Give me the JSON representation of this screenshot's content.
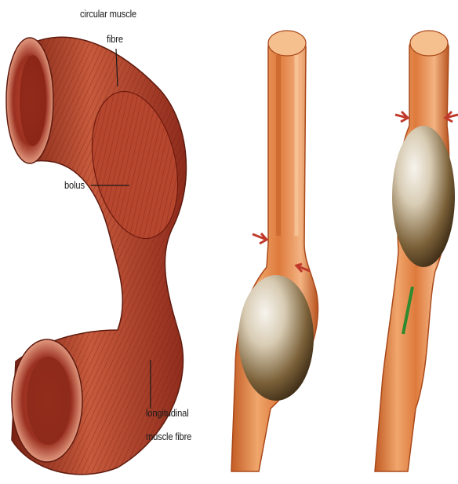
{
  "labels": {
    "circular_line1": "circular  muscle",
    "circular_line2": "fibre",
    "bolus": "bolus",
    "longitudinal_line1": "longitudinal",
    "longitudinal_line2": "muscle fibre"
  },
  "colors": {
    "muscle_dark": "#8e2b1c",
    "muscle_mid": "#b8452e",
    "muscle_light": "#e2876a",
    "tube_orange": "#dd7a3e",
    "tube_light": "#f3b382",
    "bolus_dark": "#5b4424",
    "bolus_light": "#f4f1ea",
    "arrow": "#c0392b",
    "green_mark": "#2f8a2f"
  },
  "icons": {
    "squeeze_arrow": "contraction-arrow-icon"
  }
}
